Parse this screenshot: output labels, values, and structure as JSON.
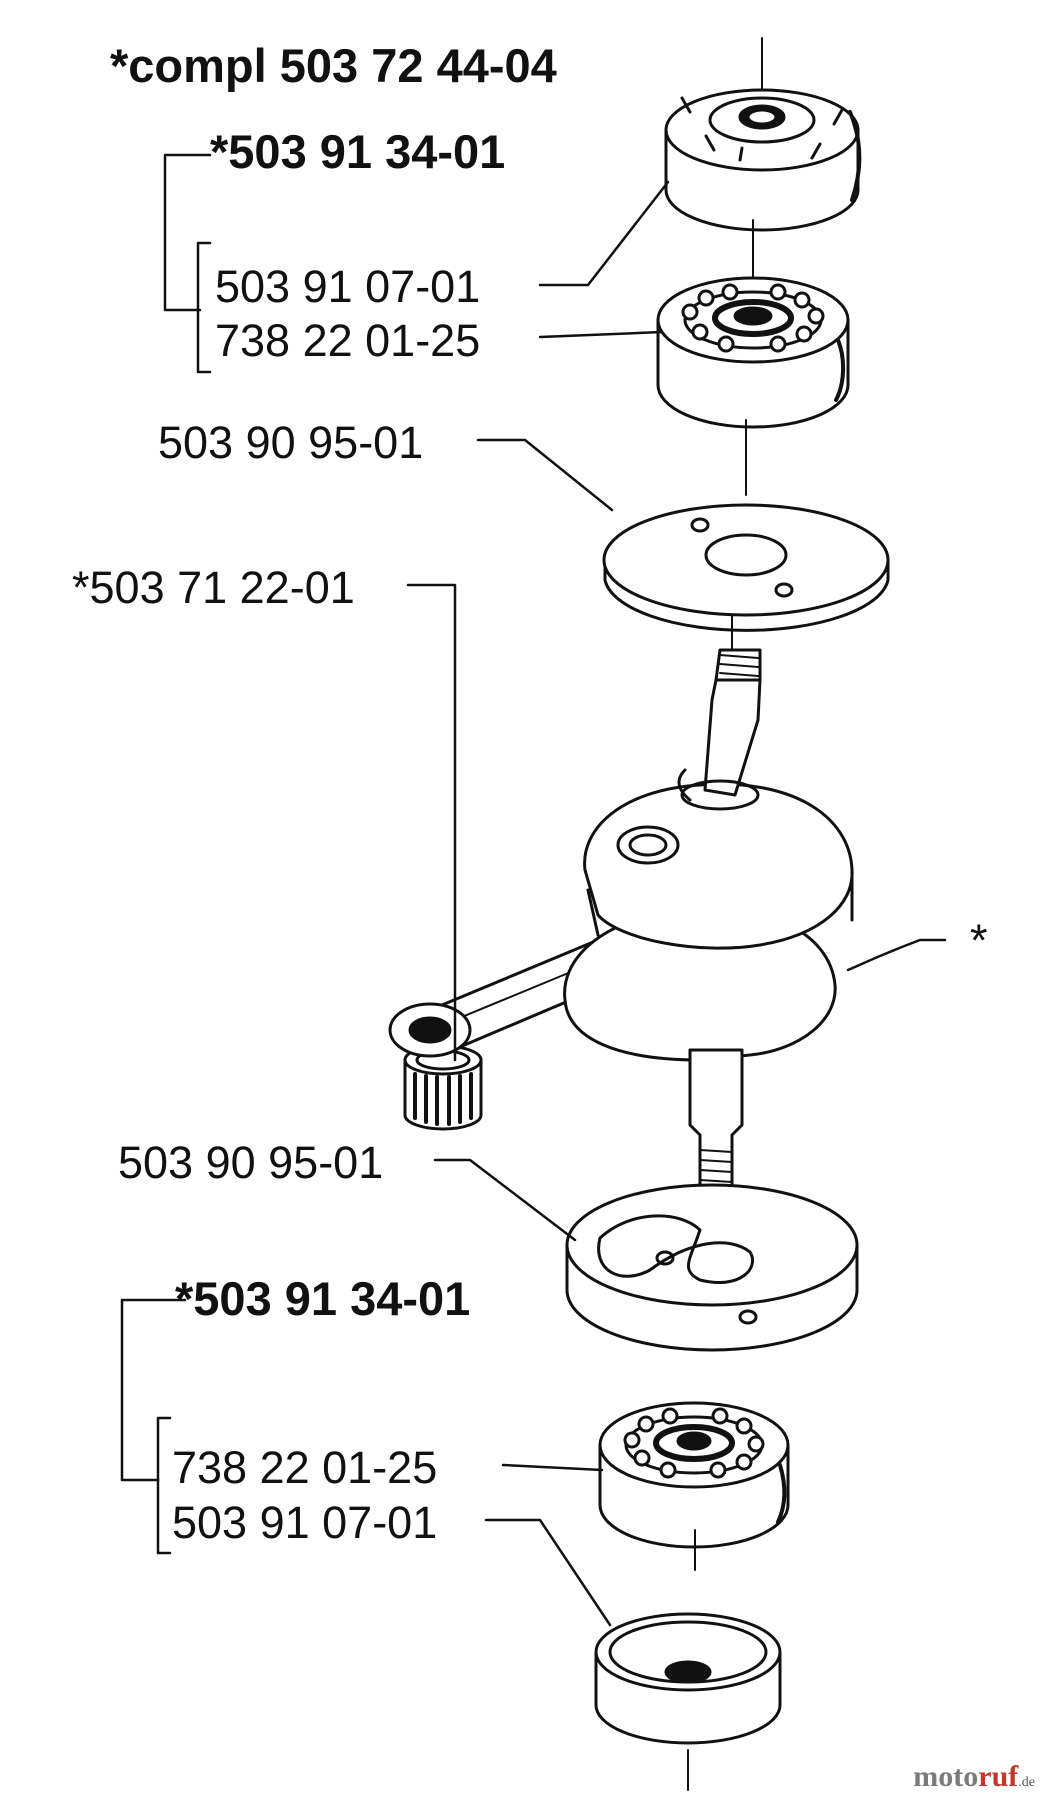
{
  "labels": {
    "kit": "*compl 503 72 44-04",
    "bearing_kit_top": "*503 91 34-01",
    "seal_top": "503 91 07-01",
    "bearing_top": "738 22 01-25",
    "washer_top": "503 90 95-01",
    "needle_bearing": "*503 71 22-01",
    "crankshaft": "*",
    "washer_bottom": "503 90 95-01",
    "bearing_kit_bottom": "*503 91 34-01",
    "bearing_bottom": "738 22 01-25",
    "seal_bottom": "503 91 07-01"
  },
  "watermark": {
    "brand_a": "moto",
    "brand_b": "ruf",
    "suffix": ".de"
  },
  "colors": {
    "line": "#111111",
    "brand_gray": "#7a7a7a",
    "brand_red": "#c0392b"
  }
}
